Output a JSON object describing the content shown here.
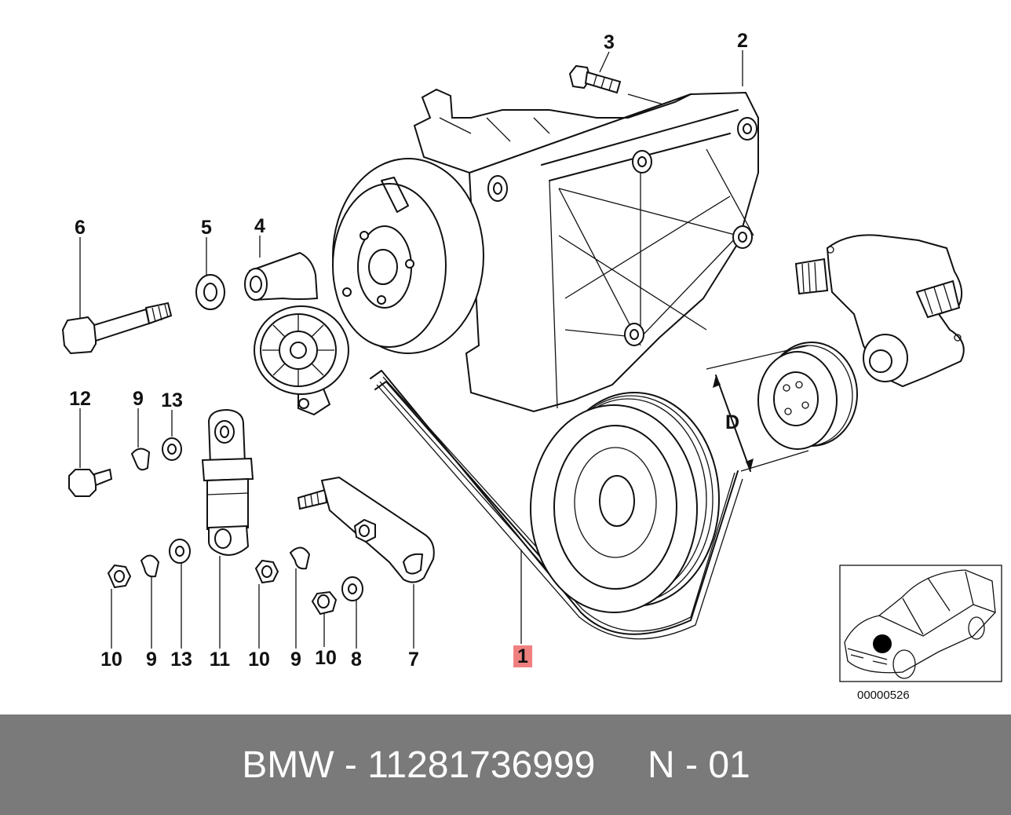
{
  "footer": {
    "text": "BMW - 11281736999     N - 01"
  },
  "diagram": {
    "reference_code": "00000526",
    "dimension_label": "D",
    "callouts": [
      {
        "id": "c-1",
        "text": "1",
        "highlight": true
      },
      {
        "id": "c-2",
        "text": "2"
      },
      {
        "id": "c-3",
        "text": "3"
      },
      {
        "id": "c-4",
        "text": "4"
      },
      {
        "id": "c-5",
        "text": "5"
      },
      {
        "id": "c-6",
        "text": "6"
      },
      {
        "id": "c-12",
        "text": "12"
      },
      {
        "id": "c-9a",
        "text": "9"
      },
      {
        "id": "c-13a",
        "text": "13"
      },
      {
        "id": "c-10a",
        "text": "10"
      },
      {
        "id": "c-9b",
        "text": "9"
      },
      {
        "id": "c-13b",
        "text": "13"
      },
      {
        "id": "c-11",
        "text": "11"
      },
      {
        "id": "c-10b",
        "text": "10"
      },
      {
        "id": "c-9c",
        "text": "9"
      },
      {
        "id": "c-10c",
        "text": "10"
      },
      {
        "id": "c-8",
        "text": "8"
      },
      {
        "id": "c-7",
        "text": "7"
      }
    ],
    "highlight_color": "#f08080",
    "footer_color": "#7a7a7a"
  }
}
